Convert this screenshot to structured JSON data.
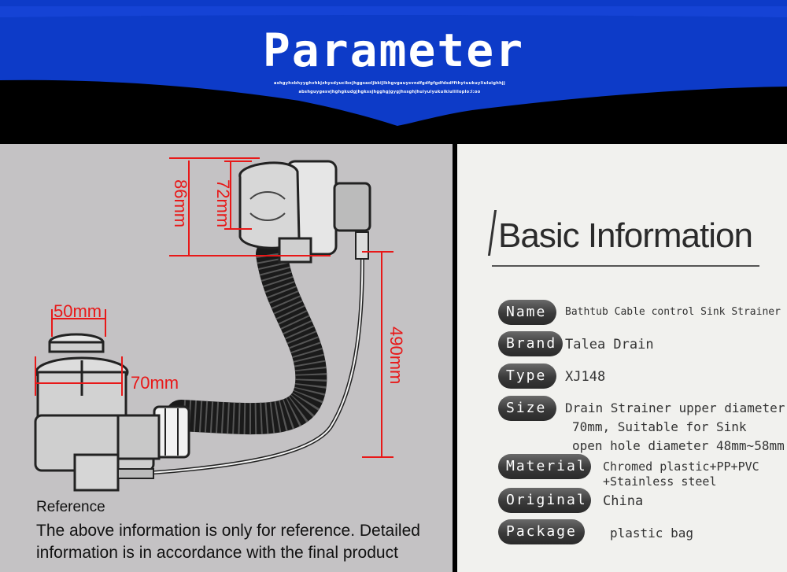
{
  "header": {
    "title": "Parameter",
    "tiny_line_1": "ashgyhxbhyyghvhkjzhysdyucibxjhggsaoljbkiJlkhgvgauysvndfgdfgfgdfdsdffthytuukuyliuluighhjj",
    "tiny_line_2": "abshguygesvjhghgkudgjhgkssjhgghgjgygjhssghjhuiyuiyukuikiuliiloplo:l:oo",
    "colors": {
      "banner_blue": "#0d3bc8",
      "background": "#000000"
    }
  },
  "diagram": {
    "dimensions": {
      "height_86": "86mm",
      "height_72": "72mm",
      "cap_50": "50mm",
      "strainer_70": "70mm",
      "length_490": "490mm"
    },
    "dimension_color": "#e81818",
    "reference_title": "Reference",
    "reference_text": "The above information is only for reference. Detailed information is in accordance with the final product"
  },
  "info": {
    "title": "Basic Information",
    "rows": [
      {
        "label": "Name",
        "lines": [
          "Bathtub Cable control Sink Strainer"
        ]
      },
      {
        "label": "Brand",
        "lines": [
          "Talea Drain"
        ]
      },
      {
        "label": "Type",
        "lines": [
          "XJ148"
        ]
      },
      {
        "label": "Size",
        "lines": [
          "Drain Strainer upper diameter",
          "70mm, Suitable for Sink",
          "open hole diameter 48mm~58mm"
        ]
      },
      {
        "label": "Material",
        "lines": [
          "Chromed plastic+PP+PVC",
          "+Stainless steel"
        ]
      },
      {
        "label": "Original",
        "lines": [
          "China"
        ]
      },
      {
        "label": "Package",
        "lines": [
          "plastic bag"
        ]
      }
    ]
  }
}
